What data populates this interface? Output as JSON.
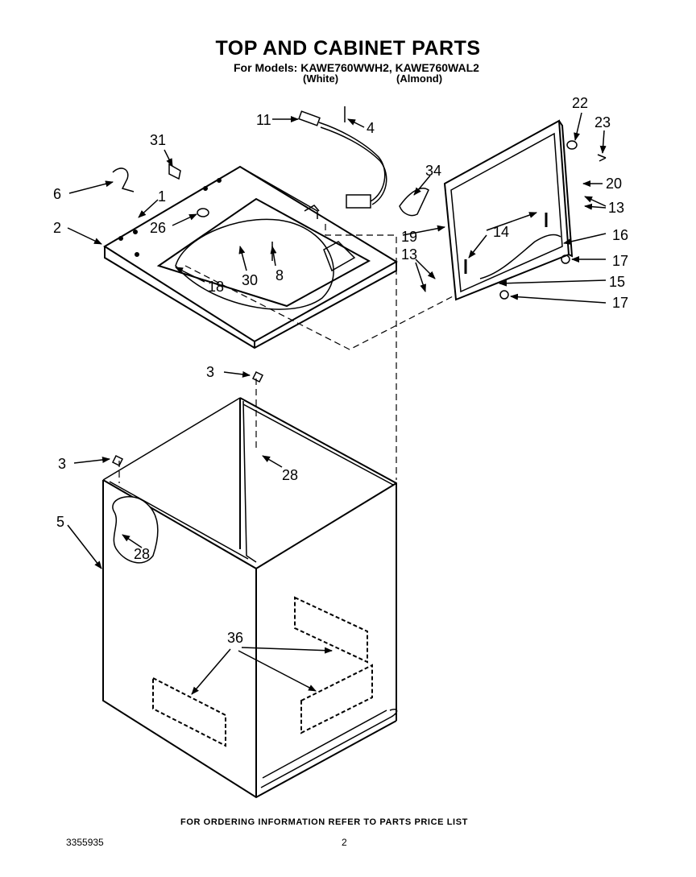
{
  "header": {
    "title": "TOP AND CABINET PARTS",
    "models_line": "For Models: KAWE760WWH2, KAWE760WAL2",
    "color_white": "(White)",
    "color_almond": "(Almond)"
  },
  "callouts": {
    "c1": "1",
    "c2": "2",
    "c3a": "3",
    "c3b": "3",
    "c4": "4",
    "c5": "5",
    "c6": "6",
    "c8": "8",
    "c11": "11",
    "c13a": "13",
    "c13b": "13",
    "c14": "14",
    "c15": "15",
    "c16": "16",
    "c17a": "17",
    "c17b": "17",
    "c18": "18",
    "c19": "19",
    "c20": "20",
    "c22": "22",
    "c23": "23",
    "c26": "26",
    "c28a": "28",
    "c28b": "28",
    "c30": "30",
    "c31": "31",
    "c34": "34",
    "c36": "36"
  },
  "footer": {
    "ordering_info": "FOR ORDERING INFORMATION REFER TO PARTS PRICE LIST",
    "document_number": "3355935",
    "page_number": "2"
  }
}
